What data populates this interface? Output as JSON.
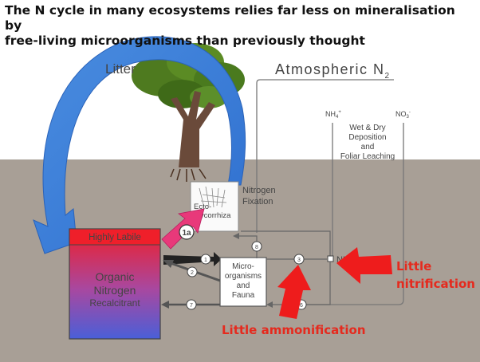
{
  "headline": {
    "line1": "The N cycle in many ecosystems relies far less on mineralisation by",
    "line2": "free-living microorganisms than previously thought"
  },
  "labels": {
    "litter": "Litter",
    "atmospheric": "Atmospheric N",
    "atmospheric_sub": "2",
    "nh4_top": "NH",
    "nh4_top_sup": "+",
    "nh4_top_sub": "4",
    "no3_top": "NO",
    "no3_top_sub": "3",
    "no3_top_sup": "-",
    "deposition_1": "Wet & Dry",
    "deposition_2": "Deposition",
    "deposition_3": "and",
    "deposition_4": "Foliar Leaching",
    "nitrogen_fixation_1": "Nitrogen",
    "nitrogen_fixation_2": "Fixation",
    "ecto_1": "Ecto-",
    "ecto_2": "mycorrhiza",
    "highly_labile": "Highly Labile",
    "organic_1": "Organic",
    "organic_2": "Nitrogen",
    "recalcitrant": "Recalcitrant",
    "micro_1": "Micro-",
    "micro_2": "organisms",
    "micro_3": "and",
    "micro_4": "Fauna",
    "nh_soil": "NH",
    "nh_soil_sup": "+",
    "little_nitrification_1": "Little",
    "little_nitrification_2": "nitrification",
    "little_ammonification": "Little ammonification"
  },
  "markers": [
    "1a",
    "1",
    "2",
    "3",
    "6",
    "7",
    "8"
  ],
  "colors": {
    "soil": "#a89e95",
    "sky": "#ffffff",
    "arrow_blue": "#3b7fd9",
    "arrow_pink": "#e8397a",
    "red_arrow": "#ee1c1c",
    "annotation_red": "#e52a1e",
    "box_top": "#ef2020",
    "box_bottom": "#4a5cd6"
  }
}
